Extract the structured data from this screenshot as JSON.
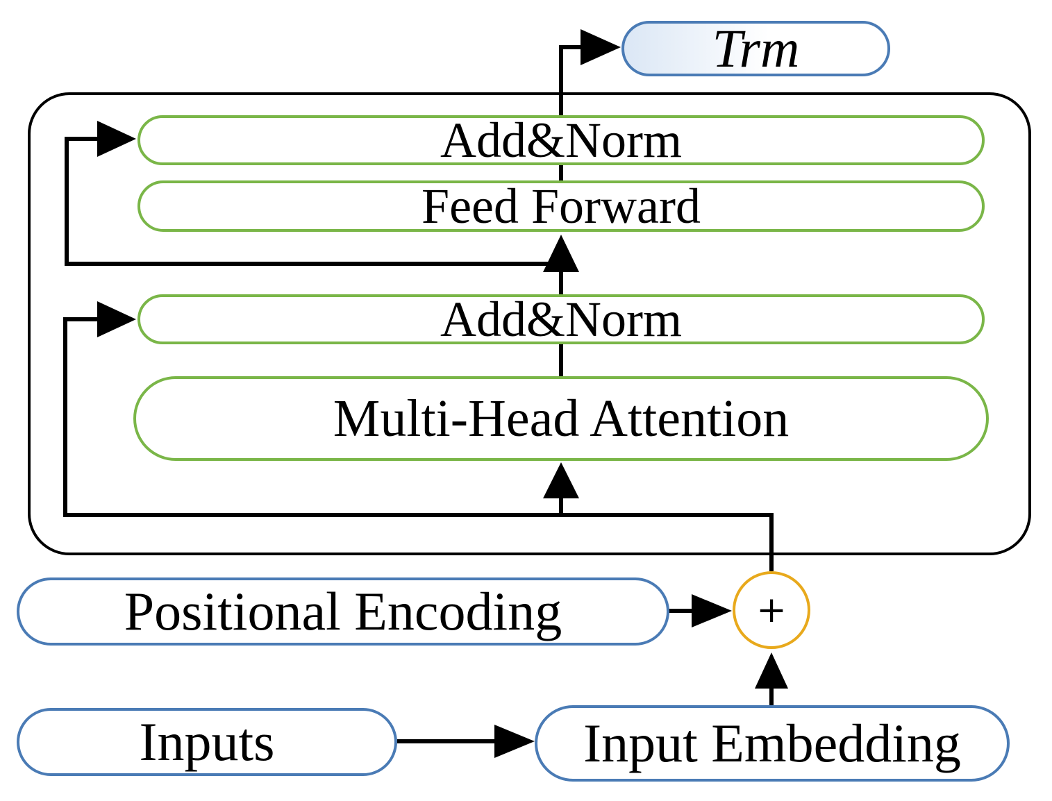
{
  "diagram": {
    "output_label": "Trm",
    "encoder_layers": {
      "add_norm_top": "Add&Norm",
      "feed_forward": "Feed Forward",
      "add_norm_bottom": "Add&Norm",
      "multi_head_attention": "Multi-Head Attention"
    },
    "positional_encoding": "Positional Encoding",
    "adder_symbol": "+",
    "inputs": "Inputs",
    "input_embedding": "Input Embedding",
    "colors": {
      "io_border": "#4a7bb5",
      "layer_border": "#7ab648",
      "adder_border": "#e8a91c",
      "frame_border": "#000000",
      "trm_fill": "#dbe7f5"
    }
  }
}
